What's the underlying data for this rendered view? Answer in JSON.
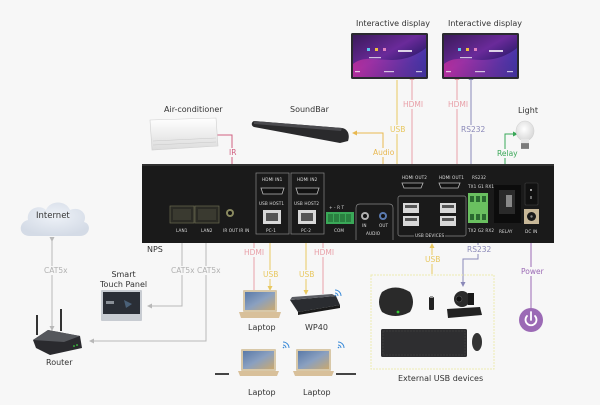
{
  "colors": {
    "hdmi": "#e8a0a8",
    "usb": "#e8c860",
    "rs232": "#8a88b8",
    "ir": "#d06080",
    "audio": "#e8b850",
    "relay": "#3aa858",
    "power": "#9b6ab5",
    "cat5": "#b8b8b8",
    "device_body": "#1a1a1a",
    "background": "#f7f7f7"
  },
  "hub": {
    "name": "NPS",
    "ports": {
      "lan1": "LAN1",
      "lan2": "LAN2",
      "ir_out": "IR OUT",
      "ir_in": "IR IN",
      "hdmi_in1": "HDMI IN1",
      "usb_host1": "USB HOST1",
      "pc1": "PC-1",
      "hdmi_in2": "HDMI IN2",
      "usb_host2": "USB HOST2",
      "pc2": "PC-2",
      "com_pins": "+ - R T",
      "com": "COM",
      "audio_in": "IN",
      "audio_out": "OUT",
      "audio": "AUDIO",
      "hdmi_out2": "HDMI OUT2",
      "hdmi_out1": "HDMI OUT1",
      "usb_devices": "USB DEVICES",
      "rs232_top": "RS232",
      "rs232_pins1": "TX1 G1 RX1",
      "rs232_pins2": "TX2 G2 RX2",
      "relay": "RELAY",
      "dc_in": "DC IN"
    }
  },
  "devices": {
    "display1": "Interactive display",
    "display2": "Interactive display",
    "aircon": "Air-conditioner",
    "soundbar": "SoundBar",
    "light": "Light",
    "internet": "Internet",
    "touch_panel": "Smart\nTouch Panel",
    "router": "Router",
    "laptop1": "Laptop",
    "wp40": "WP40",
    "laptop2": "Laptop",
    "laptop3": "Laptop",
    "external_usb": "External USB devices"
  },
  "connections": {
    "ir": "IR",
    "audio": "Audio",
    "usb_top": "USB",
    "hdmi_display1": "HDMI",
    "hdmi_display2": "HDMI",
    "rs232_display": "RS232",
    "relay": "Relay",
    "cat5_internet": "CAT5x",
    "cat5_lan1": "CAT5x",
    "cat5_lan2": "CAT5x",
    "hdmi_pc1": "HDMI",
    "usb_pc1": "USB",
    "usb_pc2": "USB",
    "hdmi_pc2": "HDMI",
    "usb_external": "USB",
    "rs232_camera": "RS232",
    "power": "Power"
  }
}
